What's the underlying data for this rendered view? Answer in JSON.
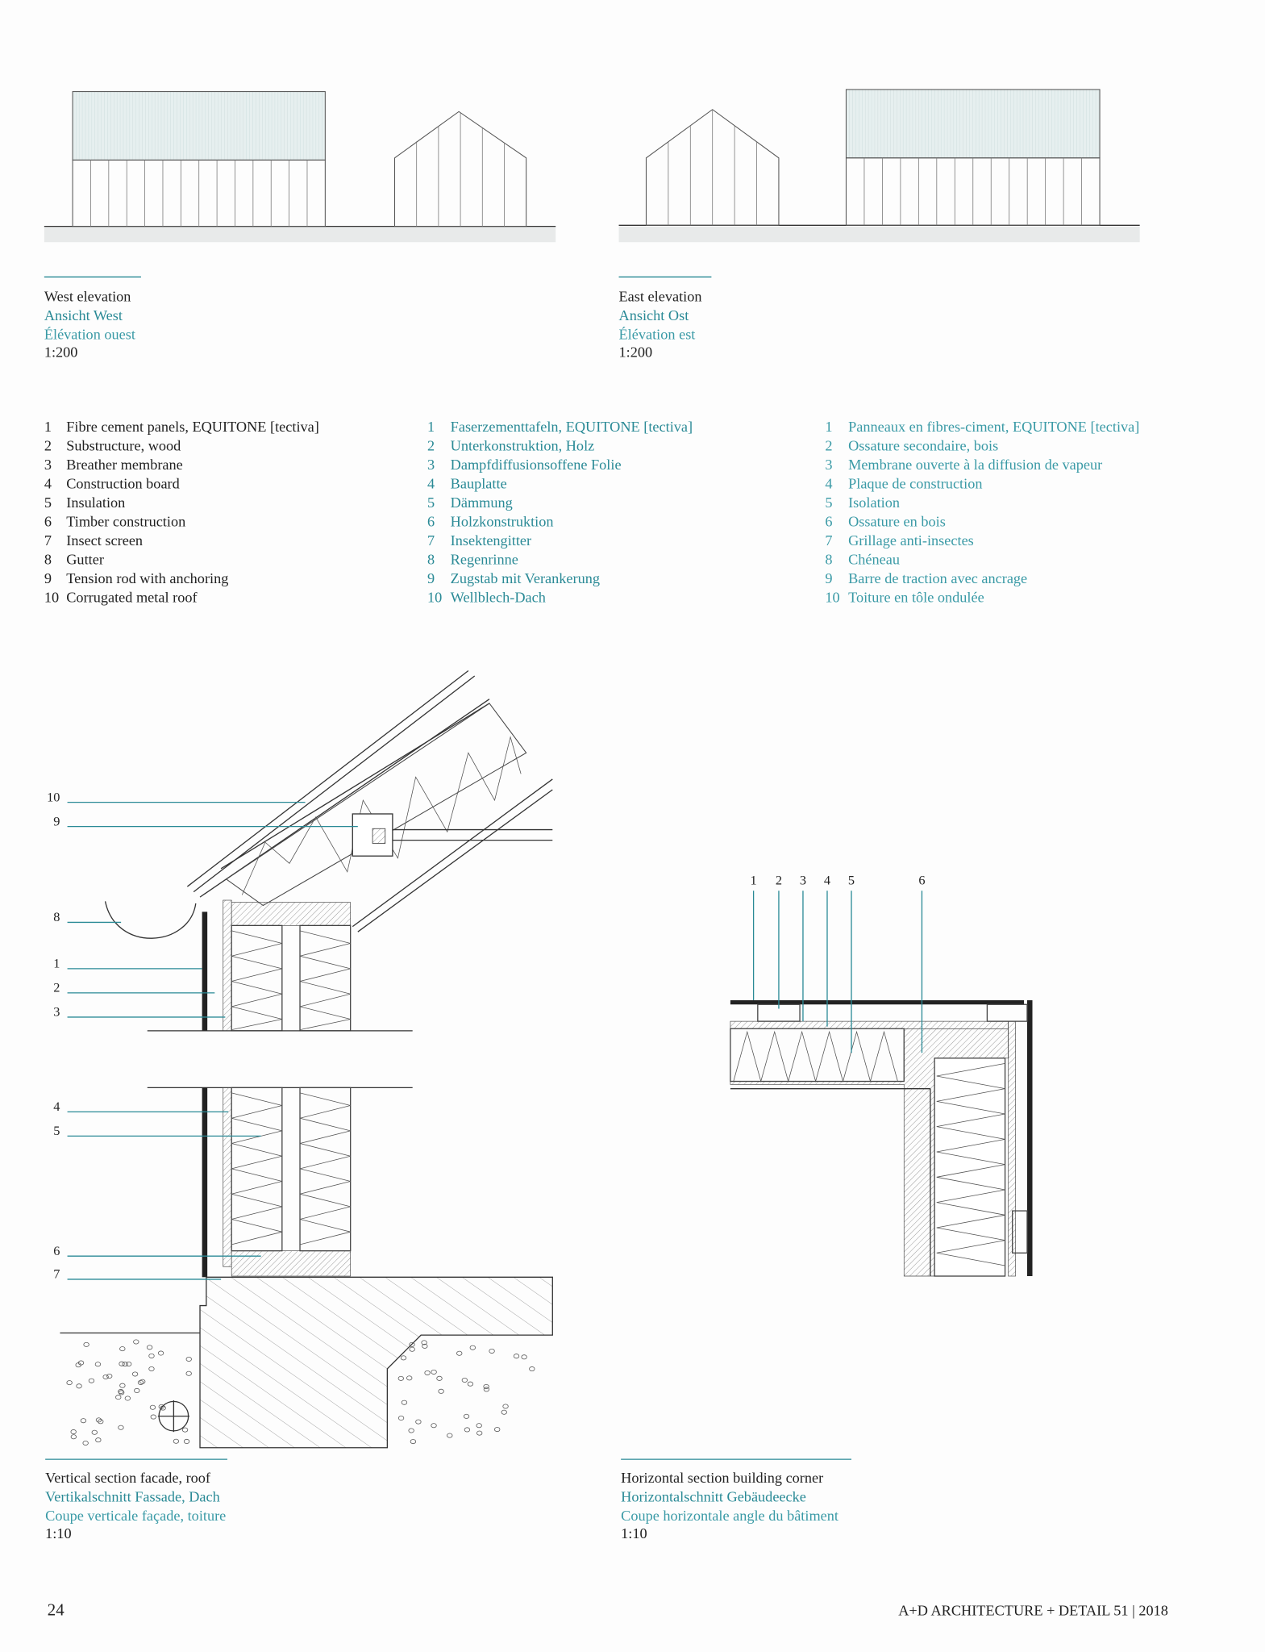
{
  "captions": {
    "west": {
      "en": "West elevation",
      "de": "Ansicht West",
      "fr": "Élévation ouest",
      "scale": "1:200"
    },
    "east": {
      "en": "East elevation",
      "de": "Ansicht Ost",
      "fr": "Élévation est",
      "scale": "1:200"
    },
    "vertical": {
      "en": "Vertical section facade, roof",
      "de": "Vertikalschnitt Fassade, Dach",
      "fr": "Coupe verticale façade, toiture",
      "scale": "1:10"
    },
    "horizontal": {
      "en": "Horizontal section building corner",
      "de": "Horizontalschnitt Gebäudeecke",
      "fr": "Coupe horizontale angle du bâtiment",
      "scale": "1:10"
    }
  },
  "legend": {
    "numbers": [
      "1",
      "2",
      "3",
      "4",
      "5",
      "6",
      "7",
      "8",
      "9",
      "10"
    ],
    "en": [
      "Fibre cement panels, EQUITONE [tectiva]",
      "Substructure, wood",
      "Breather membrane",
      "Construction board",
      "Insulation",
      "Timber construction",
      "Insect screen",
      "Gutter",
      "Tension rod with anchoring",
      "Corrugated metal roof"
    ],
    "de": [
      "Faserzementtafeln, EQUITONE [tectiva]",
      "Unterkonstruktion, Holz",
      "Dampfdiffusionsoffene Folie",
      "Bauplatte",
      "Dämmung",
      "Holzkonstruktion",
      "Insektengitter",
      "Regenrinne",
      "Zugstab mit Verankerung",
      "Wellblech-Dach"
    ],
    "fr": [
      "Panneaux en fibres-ciment, EQUITONE [tectiva]",
      "Ossature secondaire, bois",
      "Membrane ouverte à la diffusion de vapeur",
      "Plaque de construction",
      "Isolation",
      "Ossature en bois",
      "Grillage anti-insectes",
      "Chéneau",
      "Barre de traction avec ancrage",
      "Toiture en tôle ondulée"
    ]
  },
  "vertical_callouts": [
    "10",
    "9",
    "8",
    "1",
    "2",
    "3",
    "4",
    "5",
    "6",
    "7"
  ],
  "horizontal_callouts": [
    "1",
    "2",
    "3",
    "4",
    "5",
    "6"
  ],
  "footer": {
    "page_number": "24",
    "publication": "A+D ARCHITECTURE + DETAIL 51 | 2018"
  },
  "colors": {
    "accent": "#2a8a96",
    "text": "#222222"
  }
}
